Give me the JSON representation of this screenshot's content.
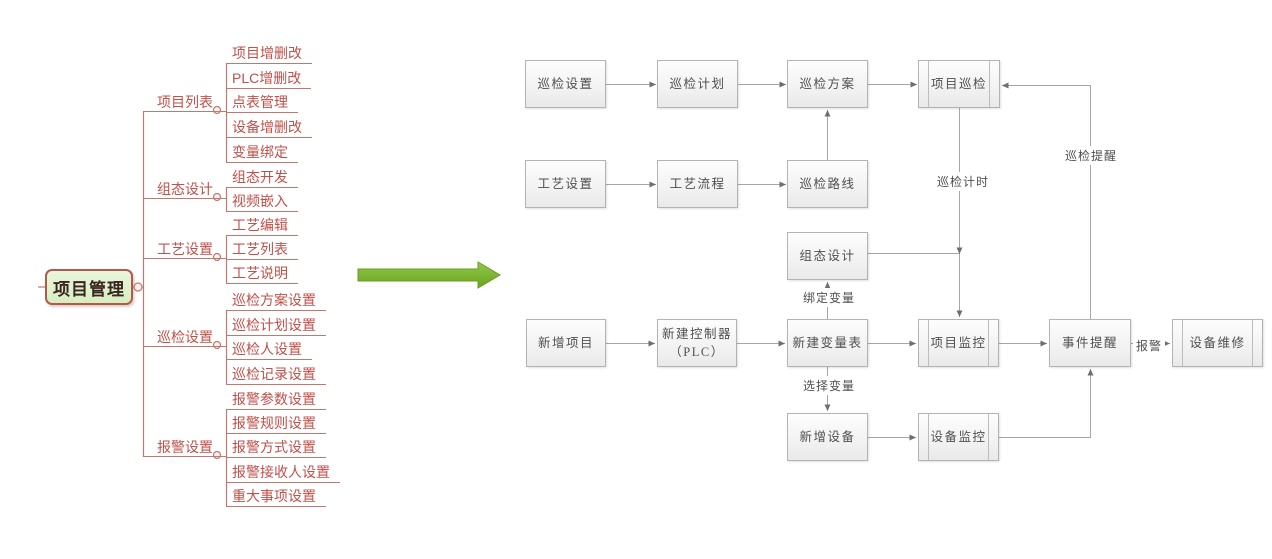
{
  "mindmap": {
    "root": {
      "label": "项目管理"
    },
    "branches": [
      {
        "label": "项目列表",
        "children": [
          "项目增删改",
          "PLC增删改",
          "点表管理",
          "设备增删改",
          "变量绑定"
        ]
      },
      {
        "label": "组态设计",
        "children": [
          "组态开发",
          "视频嵌入"
        ]
      },
      {
        "label": "工艺设置",
        "children": [
          "工艺编辑",
          "工艺列表",
          "工艺说明"
        ]
      },
      {
        "label": "巡检设置",
        "children": [
          "巡检方案设置",
          "巡检计划设置",
          "巡检人设置",
          "巡检记录设置"
        ]
      },
      {
        "label": "报警设置",
        "children": [
          "报警参数设置",
          "报警规则设置",
          "报警方式设置",
          "报警接收人设置",
          "重大事项设置"
        ]
      }
    ]
  },
  "flowchart": {
    "nodes": [
      {
        "label": "巡检设置"
      },
      {
        "label": "巡检计划"
      },
      {
        "label": "巡检方案"
      },
      {
        "label": "项目巡检"
      },
      {
        "label": "工艺设置"
      },
      {
        "label": "工艺流程"
      },
      {
        "label": "巡检路线"
      },
      {
        "label": "组态设计"
      },
      {
        "label": "新增项目"
      },
      {
        "label": "新建控制器",
        "sub": "（PLC）"
      },
      {
        "label": "新建变量表"
      },
      {
        "label": "项目监控"
      },
      {
        "label": "事件提醒"
      },
      {
        "label": "设备维修"
      },
      {
        "label": "新增设备"
      },
      {
        "label": "设备监控"
      }
    ],
    "edge_labels": {
      "patrol_reminder": "巡检提醒",
      "patrol_timing": "巡检计时",
      "bind_variable": "绑定变量",
      "select_variable": "选择变量",
      "alarm": "报警"
    }
  },
  "colors": {
    "mindmap_text": "#c1504a",
    "mindmap_line": "#c0796e",
    "root_fill": "#d8eec2",
    "root_border": "#b2584f",
    "flow_text": "#4f4f4f",
    "flow_border": "#b3b3b3",
    "connector": "#a6a6a6",
    "green_arrow": "#7cb82e"
  }
}
